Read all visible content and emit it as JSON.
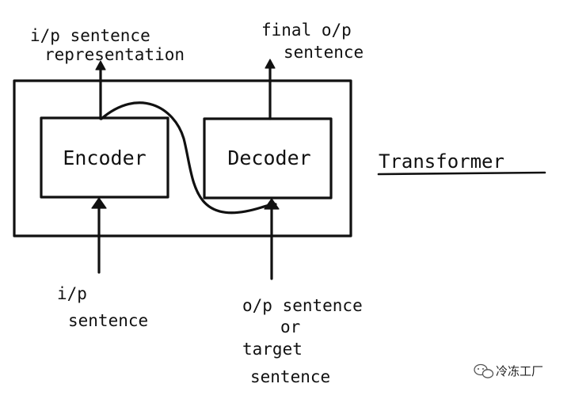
{
  "diagram": {
    "encoder_label": "Encoder",
    "decoder_label": "Decoder",
    "transformer_label": "Transformer",
    "top_left_label": [
      "i/p sentence",
      "representation"
    ],
    "top_right_label": [
      "final o/p",
      "sentence"
    ],
    "bottom_left_label": [
      "i/p",
      "sentence"
    ],
    "bottom_right_label": [
      "o/p sentence",
      "or",
      "target",
      "sentence"
    ]
  },
  "watermark": {
    "text": "冷冻工厂",
    "icon": "wechat-icon"
  }
}
